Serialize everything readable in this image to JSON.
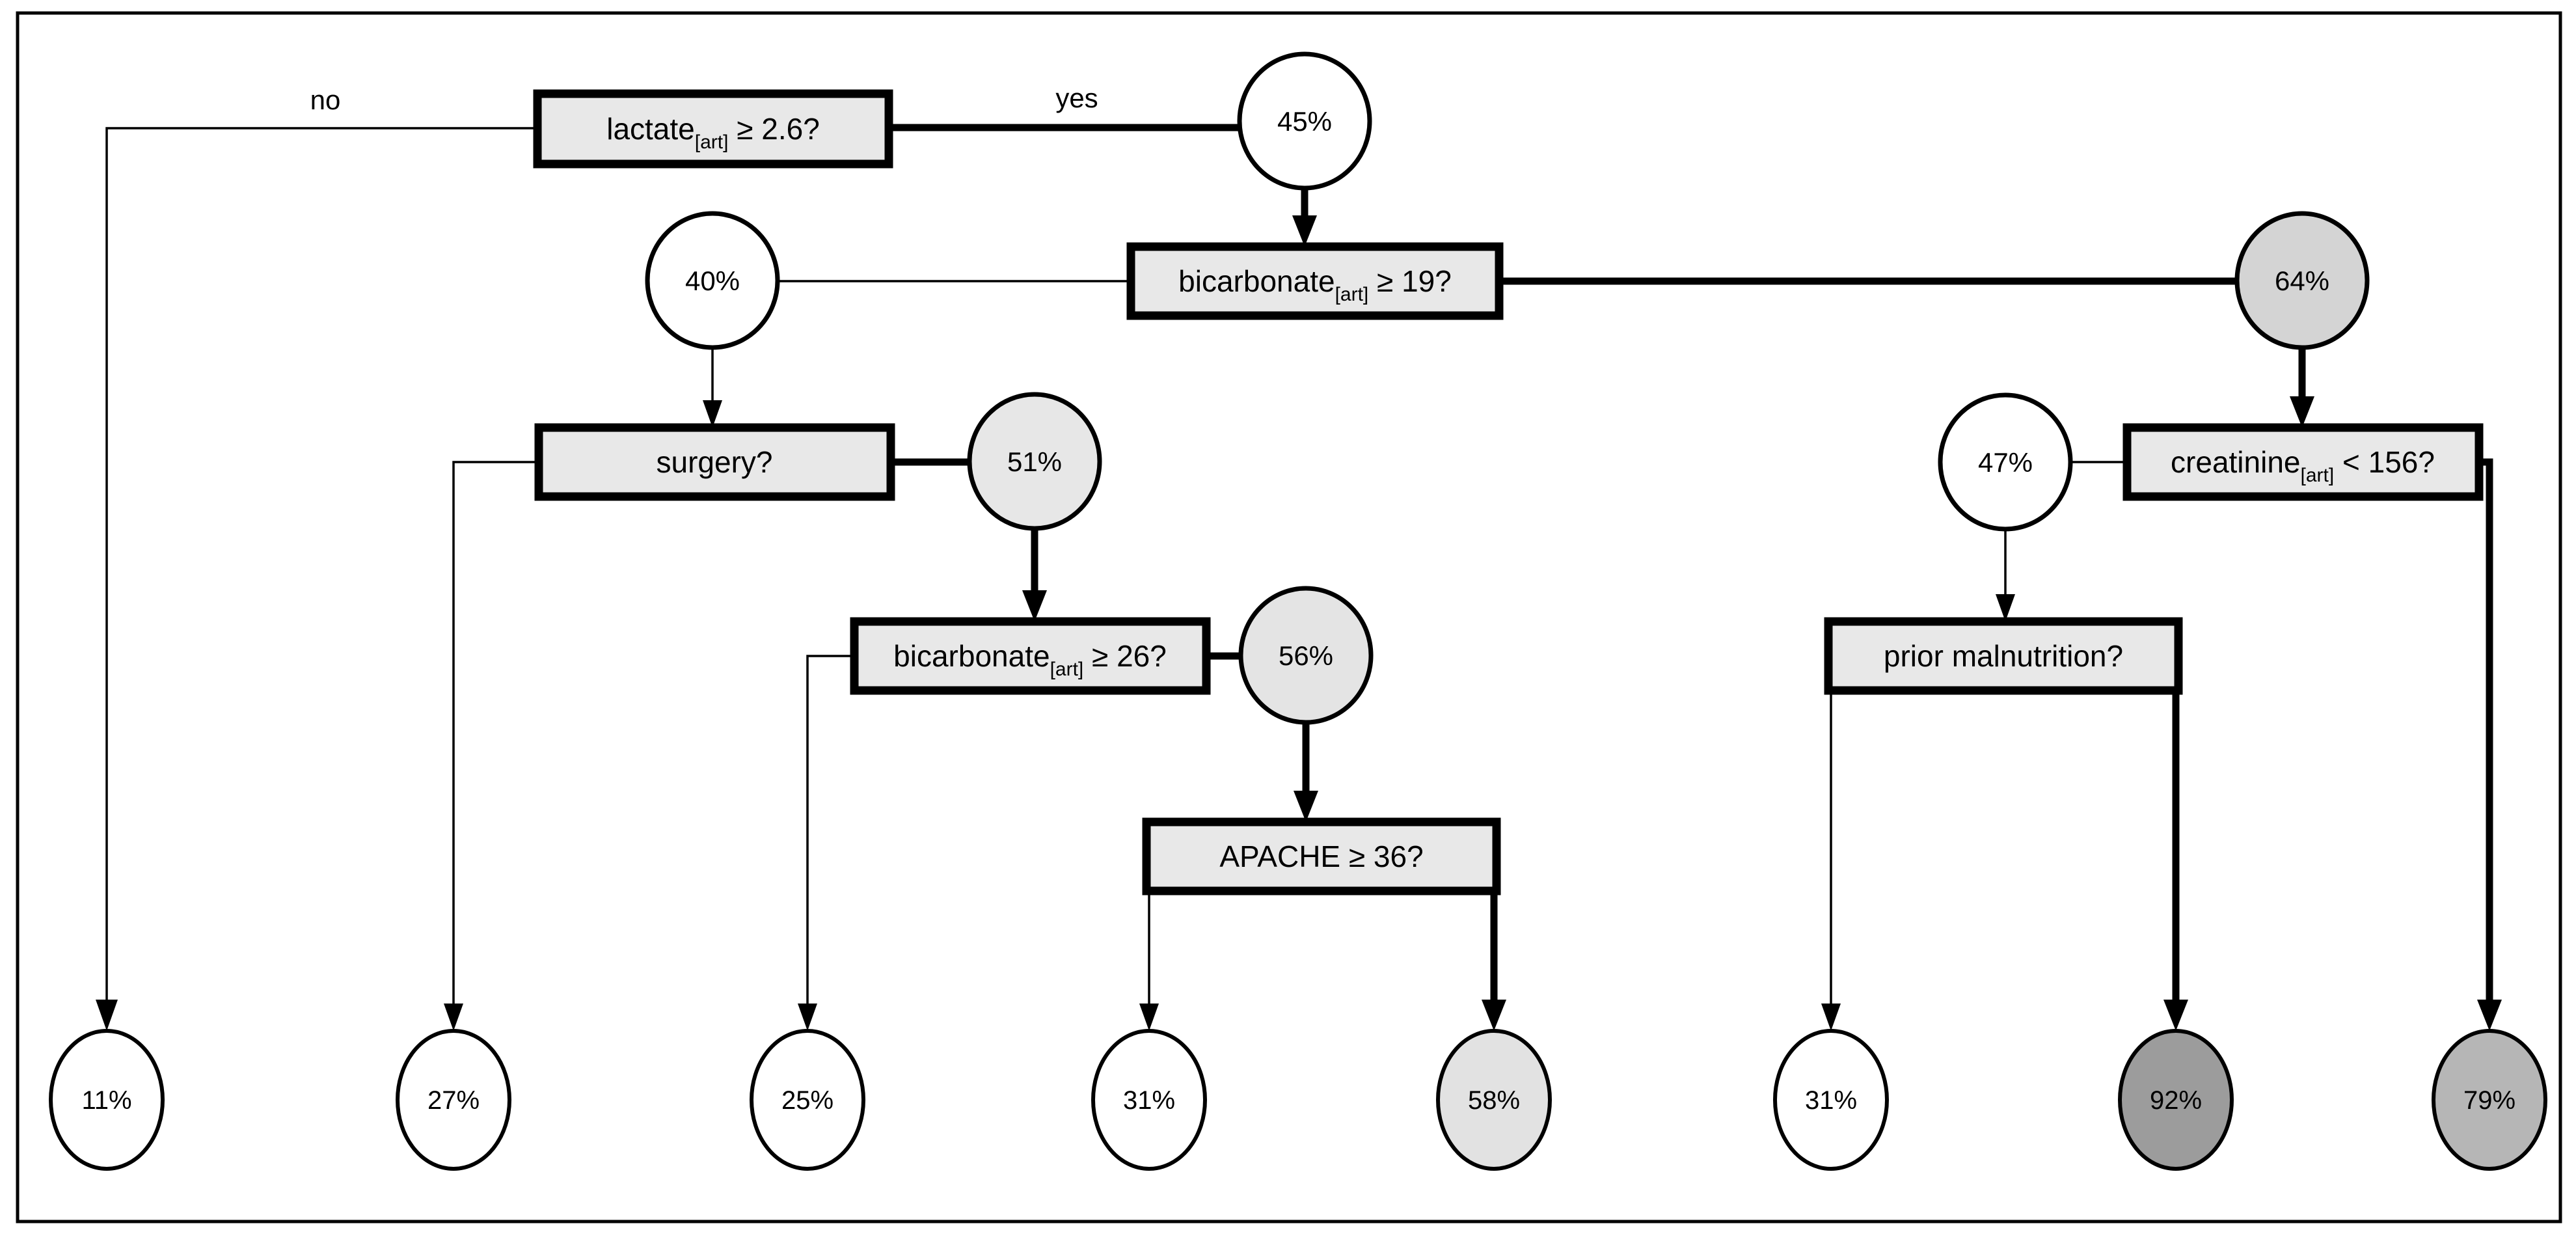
{
  "branches": {
    "no": "no",
    "yes": "yes"
  },
  "questions": {
    "lactate": {
      "base": "lactate",
      "sub": "[art]",
      "rest": " ≥ 2.6?"
    },
    "bicarbonate19": {
      "base": "bicarbonate",
      "sub": "[art]",
      "rest": " ≥ 19?"
    },
    "surgery": {
      "base": "surgery?"
    },
    "creatinine": {
      "base": "creatinine",
      "sub": "[art]",
      "rest": " < 156?"
    },
    "bicarbonate26": {
      "base": "bicarbonate",
      "sub": "[art]",
      "rest": " ≥ 26?"
    },
    "apache": {
      "base": "APACHE ≥ 36?"
    },
    "malnutrition": {
      "base": "prior malnutrition?"
    }
  },
  "probabilities": {
    "p45": {
      "value": "45%",
      "fill": "#ffffff"
    },
    "p40": {
      "value": "40%",
      "fill": "#ffffff"
    },
    "p64": {
      "value": "64%",
      "fill": "#d4d4d4"
    },
    "p51": {
      "value": "51%",
      "fill": "#e7e7e7"
    },
    "p47": {
      "value": "47%",
      "fill": "#ffffff"
    },
    "p56": {
      "value": "56%",
      "fill": "#e4e4e4"
    },
    "leaf11": {
      "value": "11%",
      "fill": "#ffffff"
    },
    "leaf27": {
      "value": "27%",
      "fill": "#ffffff"
    },
    "leaf25": {
      "value": "25%",
      "fill": "#ffffff"
    },
    "leaf31a": {
      "value": "31%",
      "fill": "#ffffff"
    },
    "leaf58": {
      "value": "58%",
      "fill": "#e2e2e2"
    },
    "leaf31b": {
      "value": "31%",
      "fill": "#ffffff"
    },
    "leaf92": {
      "value": "92%",
      "fill": "#9c9c9c"
    },
    "leaf79": {
      "value": "79%",
      "fill": "#b6b6b6"
    }
  },
  "colors": {
    "box_fill": "#e8e8e8",
    "stroke": "#000000",
    "background": "#ffffff"
  },
  "edges": [
    {
      "from": "lactate",
      "branch": "no",
      "label": "no",
      "to": "leaf11",
      "weight": "thin"
    },
    {
      "from": "lactate",
      "branch": "yes",
      "label": "yes",
      "to": "p45",
      "weight": "thick"
    },
    {
      "from": "p45",
      "to": "bicarbonate19",
      "weight": "thick"
    },
    {
      "from": "bicarbonate19",
      "branch": "no",
      "to": "p40",
      "weight": "thin"
    },
    {
      "from": "bicarbonate19",
      "branch": "yes",
      "to": "p64",
      "weight": "thick"
    },
    {
      "from": "p40",
      "to": "surgery",
      "weight": "thin"
    },
    {
      "from": "surgery",
      "branch": "no",
      "to": "leaf27",
      "weight": "thin"
    },
    {
      "from": "surgery",
      "branch": "yes",
      "to": "p51",
      "weight": "thick"
    },
    {
      "from": "p51",
      "to": "bicarbonate26",
      "weight": "thick"
    },
    {
      "from": "bicarbonate26",
      "branch": "no",
      "to": "leaf25",
      "weight": "thin"
    },
    {
      "from": "bicarbonate26",
      "branch": "yes",
      "to": "p56",
      "weight": "thick"
    },
    {
      "from": "p56",
      "to": "apache",
      "weight": "thick"
    },
    {
      "from": "apache",
      "branch": "no",
      "to": "leaf31a",
      "weight": "thin"
    },
    {
      "from": "apache",
      "branch": "yes",
      "to": "leaf58",
      "weight": "thick"
    },
    {
      "from": "p64",
      "to": "creatinine",
      "weight": "thick"
    },
    {
      "from": "creatinine",
      "branch": "no",
      "to": "p47",
      "weight": "thin"
    },
    {
      "from": "creatinine",
      "branch": "yes",
      "to": "leaf79",
      "weight": "thick"
    },
    {
      "from": "p47",
      "to": "malnutrition",
      "weight": "thin"
    },
    {
      "from": "malnutrition",
      "branch": "no",
      "to": "leaf31b",
      "weight": "thin"
    },
    {
      "from": "malnutrition",
      "branch": "yes",
      "to": "leaf92",
      "weight": "thick"
    }
  ]
}
